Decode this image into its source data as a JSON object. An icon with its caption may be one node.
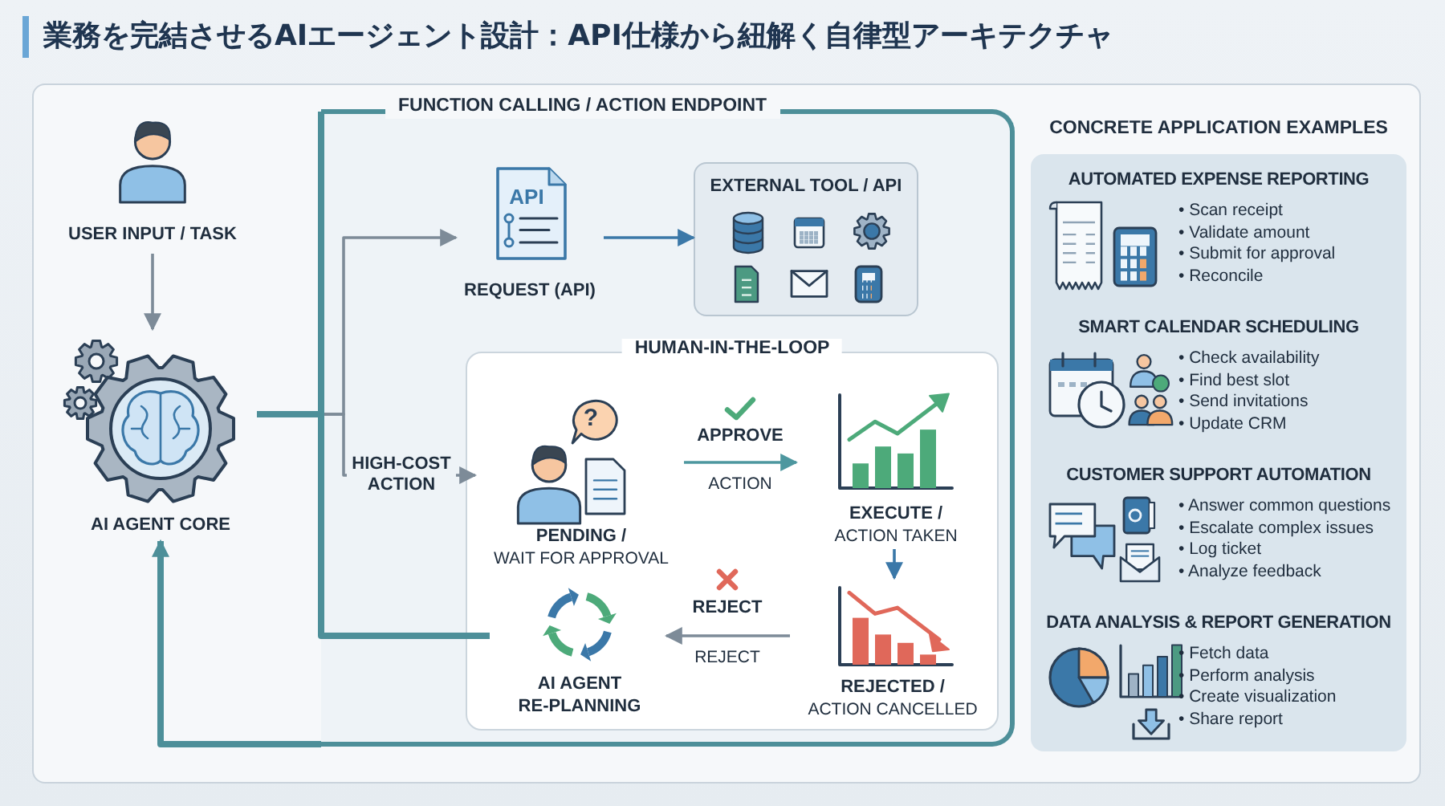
{
  "diagram": {
    "title": "業務を完結させるAIエージェント設計：API仕様から紐解く自律型アーキテクチャ",
    "nodes": [
      {
        "text": [
          "USER INPUT / TASK"
        ]
      },
      {
        "text": [
          "AI AGENT CORE"
        ]
      },
      {
        "text": [
          "FUNCTION CALLING / ACTION ENDPOINT"
        ]
      },
      {
        "text": [
          "API",
          "REQUEST (API)"
        ],
        "in": 2
      },
      {
        "text": [
          "EXTERNAL TOOL / API"
        ],
        "in": 2
      },
      {
        "text": [
          "HUMAN-IN-THE-LOOP"
        ],
        "in": 2
      },
      {
        "text": [
          "?",
          "PENDING /",
          "WAIT FOR APPROVAL"
        ],
        "in": 5
      },
      {
        "text": [
          "EXECUTE /",
          "ACTION TAKEN"
        ],
        "in": 5
      },
      {
        "text": [
          "REJECTED /",
          "ACTION CANCELLED"
        ],
        "in": 5
      },
      {
        "text": [
          "AI AGENT",
          "RE-PLANNING"
        ],
        "in": 5
      },
      {
        "text": [
          "CONCRETE APPLICATION EXAMPLES"
        ]
      },
      {
        "text": [
          "AUTOMATED EXPENSE REPORTING",
          "• Scan receipt",
          "• Validate amount",
          "• Submit for approval",
          "• Reconcile"
        ],
        "in": 10
      },
      {
        "text": [
          "SMART CALENDAR SCHEDULING",
          "• Check availability",
          "• Find best slot",
          "• Send invitations",
          "• Update CRM"
        ],
        "in": 10
      },
      {
        "text": [
          "CUSTOMER SUPPORT AUTOMATION",
          "• Answer common questions",
          "• Escalate complex issues",
          "• Log ticket",
          "• Analyze feedback"
        ],
        "in": 10
      },
      {
        "text": [
          "DATA ANALYSIS & REPORT GENERATION",
          "• Fetch data",
          "• Perform analysis",
          "• Create visualization",
          "• Share report"
        ],
        "in": 10
      }
    ],
    "edges": [
      {
        "from": 0,
        "to": 1,
        "arrow": "to"
      },
      {
        "from": 1,
        "to": 3,
        "arrow": "to"
      },
      {
        "from": 3,
        "to": 4,
        "arrow": "to",
        "color": "#3b78a8"
      },
      {
        "from": 1,
        "to": 6,
        "arrow": "to",
        "label": "HIGH-COST ACTION"
      },
      {
        "from": 6,
        "to": 7,
        "arrow": "to",
        "label": "APPROVE",
        "color": "#4d979f"
      },
      {
        "from": 7,
        "to": 8,
        "arrow": "to",
        "color": "#3b78a8"
      },
      {
        "from": 8,
        "to": 9,
        "arrow": "to",
        "label": "REJECT"
      },
      {
        "from": 1,
        "to": 2,
        "arrow": "none",
        "style": "thick",
        "color": "#4d8f99"
      },
      {
        "from": 9,
        "to": 1,
        "arrow": "none",
        "style": "thick",
        "color": "#4d8f99"
      },
      {
        "from": 2,
        "to": 1,
        "arrow": "to",
        "style": "thick",
        "color": "#4d8f99"
      }
    ],
    "labels": [
      "ACTION",
      "REJECT"
    ]
  }
}
